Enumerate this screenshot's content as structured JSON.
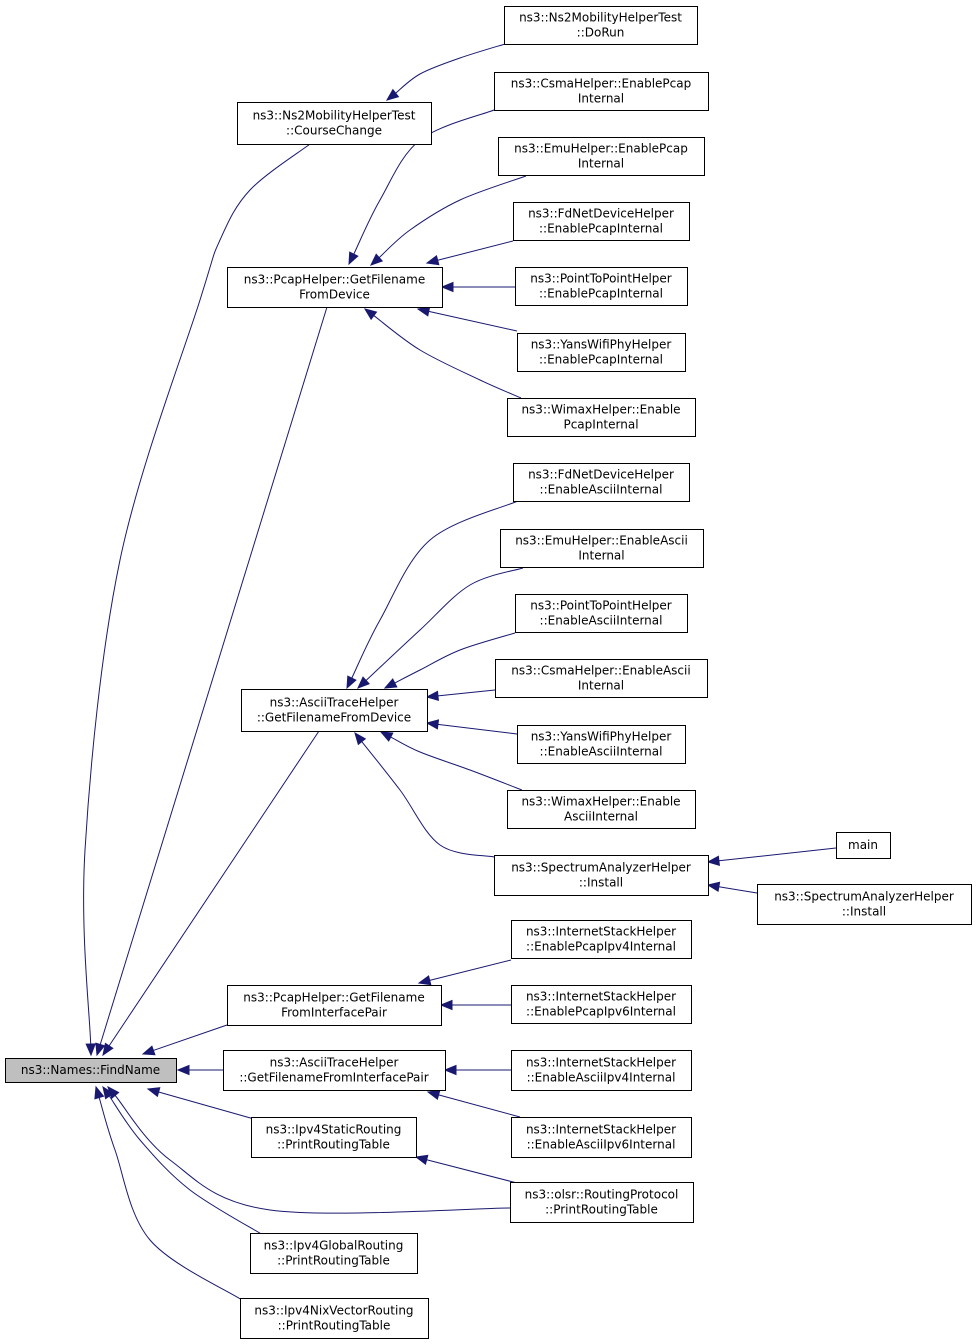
{
  "graph": {
    "edge_color": "#191970",
    "root_fill": "#bfbfbf",
    "nodes": [
      {
        "id": "findname",
        "lines": [
          "ns3::Names::FindName"
        ],
        "root": true
      },
      {
        "id": "ns2course",
        "lines": [
          "ns3::Ns2MobilityHelperTest",
          "::CourseChange"
        ]
      },
      {
        "id": "ns2dorun",
        "lines": [
          "ns3::Ns2MobilityHelperTest",
          "::DoRun"
        ]
      },
      {
        "id": "pcapdev",
        "lines": [
          "ns3::PcapHelper::GetFilename",
          "FromDevice"
        ]
      },
      {
        "id": "csmapcap",
        "lines": [
          "ns3::CsmaHelper::EnablePcap",
          "Internal"
        ]
      },
      {
        "id": "emupcap",
        "lines": [
          "ns3::EmuHelper::EnablePcap",
          "Internal"
        ]
      },
      {
        "id": "fdpcap",
        "lines": [
          "ns3::FdNetDeviceHelper",
          "::EnablePcapInternal"
        ]
      },
      {
        "id": "p2ppcap",
        "lines": [
          "ns3::PointToPointHelper",
          "::EnablePcapInternal"
        ]
      },
      {
        "id": "yanspcap",
        "lines": [
          "ns3::YansWifiPhyHelper",
          "::EnablePcapInternal"
        ]
      },
      {
        "id": "wimaxpcap",
        "lines": [
          "ns3::WimaxHelper::Enable",
          "PcapInternal"
        ]
      },
      {
        "id": "asciidev",
        "lines": [
          "ns3::AsciiTraceHelper",
          "::GetFilenameFromDevice"
        ]
      },
      {
        "id": "fdascii",
        "lines": [
          "ns3::FdNetDeviceHelper",
          "::EnableAsciiInternal"
        ]
      },
      {
        "id": "emuascii",
        "lines": [
          "ns3::EmuHelper::EnableAscii",
          "Internal"
        ]
      },
      {
        "id": "p2pascii",
        "lines": [
          "ns3::PointToPointHelper",
          "::EnableAsciiInternal"
        ]
      },
      {
        "id": "csmaascii",
        "lines": [
          "ns3::CsmaHelper::EnableAscii",
          "Internal"
        ]
      },
      {
        "id": "yansascii",
        "lines": [
          "ns3::YansWifiPhyHelper",
          "::EnableAsciiInternal"
        ]
      },
      {
        "id": "wimaxascii",
        "lines": [
          "ns3::WimaxHelper::Enable",
          "AsciiInternal"
        ]
      },
      {
        "id": "specinst1",
        "lines": [
          "ns3::SpectrumAnalyzerHelper",
          "::Install"
        ]
      },
      {
        "id": "main",
        "lines": [
          "main"
        ]
      },
      {
        "id": "specinst2",
        "lines": [
          "ns3::SpectrumAnalyzerHelper",
          "::Install"
        ]
      },
      {
        "id": "pcappair",
        "lines": [
          "ns3::PcapHelper::GetFilename",
          "FromInterfacePair"
        ]
      },
      {
        "id": "isphpcap4",
        "lines": [
          "ns3::InternetStackHelper",
          "::EnablePcapIpv4Internal"
        ]
      },
      {
        "id": "isphpcap6",
        "lines": [
          "ns3::InternetStackHelper",
          "::EnablePcapIpv6Internal"
        ]
      },
      {
        "id": "asciipair",
        "lines": [
          "ns3::AsciiTraceHelper",
          "::GetFilenameFromInterfacePair"
        ]
      },
      {
        "id": "isphascii4",
        "lines": [
          "ns3::InternetStackHelper",
          "::EnableAsciiIpv4Internal"
        ]
      },
      {
        "id": "isphascii6",
        "lines": [
          "ns3::InternetStackHelper",
          "::EnableAsciiIpv6Internal"
        ]
      },
      {
        "id": "ipv4static",
        "lines": [
          "ns3::Ipv4StaticRouting",
          "::PrintRoutingTable"
        ]
      },
      {
        "id": "olsr",
        "lines": [
          "ns3::olsr::RoutingProtocol",
          "::PrintRoutingTable"
        ]
      },
      {
        "id": "ipv4global",
        "lines": [
          "ns3::Ipv4GlobalRouting",
          "::PrintRoutingTable"
        ]
      },
      {
        "id": "ipv4nix",
        "lines": [
          "ns3::Ipv4NixVectorRouting",
          "::PrintRoutingTable"
        ]
      }
    ],
    "edges": [
      {
        "from": "ns2course",
        "to": "findname"
      },
      {
        "from": "pcapdev",
        "to": "findname"
      },
      {
        "from": "asciidev",
        "to": "findname"
      },
      {
        "from": "pcappair",
        "to": "findname"
      },
      {
        "from": "asciipair",
        "to": "findname"
      },
      {
        "from": "ipv4static",
        "to": "findname"
      },
      {
        "from": "olsr",
        "to": "findname"
      },
      {
        "from": "ipv4global",
        "to": "findname"
      },
      {
        "from": "ipv4nix",
        "to": "findname"
      },
      {
        "from": "ns2dorun",
        "to": "ns2course"
      },
      {
        "from": "csmapcap",
        "to": "pcapdev"
      },
      {
        "from": "emupcap",
        "to": "pcapdev"
      },
      {
        "from": "fdpcap",
        "to": "pcapdev"
      },
      {
        "from": "p2ppcap",
        "to": "pcapdev"
      },
      {
        "from": "yanspcap",
        "to": "pcapdev"
      },
      {
        "from": "wimaxpcap",
        "to": "pcapdev"
      },
      {
        "from": "fdascii",
        "to": "asciidev"
      },
      {
        "from": "emuascii",
        "to": "asciidev"
      },
      {
        "from": "p2pascii",
        "to": "asciidev"
      },
      {
        "from": "csmaascii",
        "to": "asciidev"
      },
      {
        "from": "yansascii",
        "to": "asciidev"
      },
      {
        "from": "wimaxascii",
        "to": "asciidev"
      },
      {
        "from": "specinst1",
        "to": "asciidev"
      },
      {
        "from": "main",
        "to": "specinst1"
      },
      {
        "from": "specinst2",
        "to": "specinst1"
      },
      {
        "from": "isphpcap4",
        "to": "pcappair"
      },
      {
        "from": "isphpcap6",
        "to": "pcappair"
      },
      {
        "from": "isphascii4",
        "to": "asciipair"
      },
      {
        "from": "isphascii6",
        "to": "asciipair"
      },
      {
        "from": "olsr",
        "to": "ipv4static"
      }
    ]
  }
}
